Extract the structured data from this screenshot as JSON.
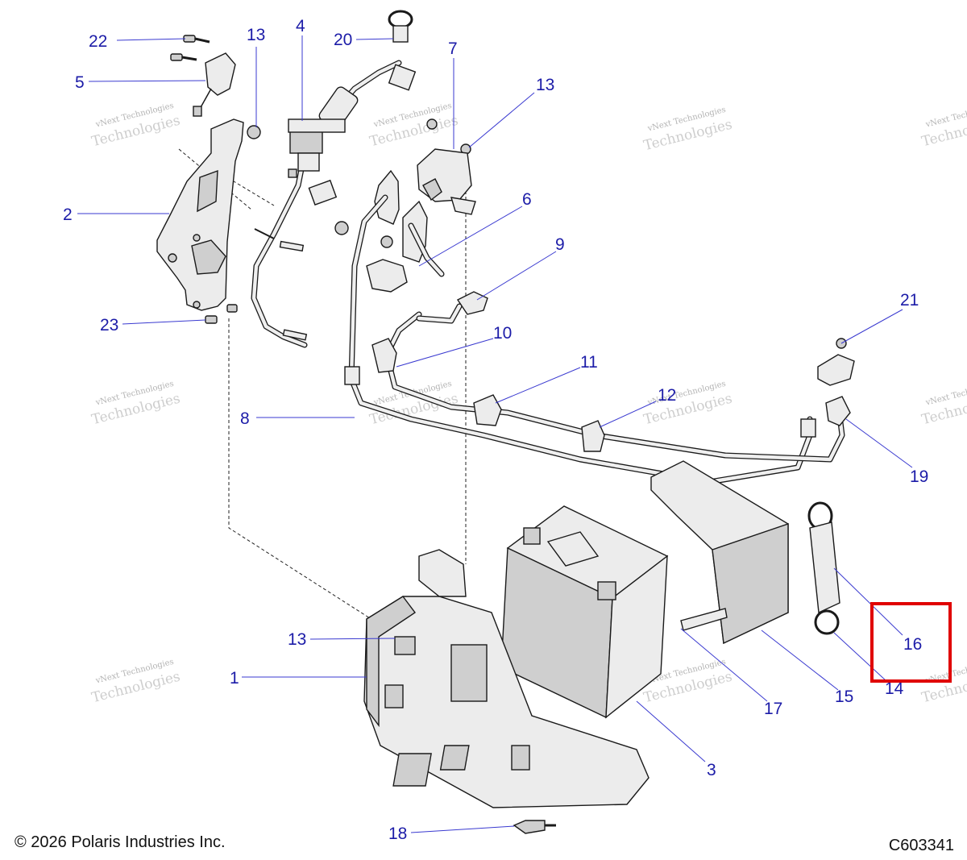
{
  "callouts": [
    {
      "id": "1",
      "label": "1"
    },
    {
      "id": "2",
      "label": "2"
    },
    {
      "id": "3",
      "label": "3"
    },
    {
      "id": "4",
      "label": "4"
    },
    {
      "id": "5",
      "label": "5"
    },
    {
      "id": "6",
      "label": "6"
    },
    {
      "id": "7",
      "label": "7"
    },
    {
      "id": "8",
      "label": "8"
    },
    {
      "id": "9",
      "label": "9"
    },
    {
      "id": "10",
      "label": "10"
    },
    {
      "id": "11",
      "label": "11"
    },
    {
      "id": "12",
      "label": "12"
    },
    {
      "id": "13a",
      "label": "13"
    },
    {
      "id": "13b",
      "label": "13"
    },
    {
      "id": "13c",
      "label": "13"
    },
    {
      "id": "14",
      "label": "14"
    },
    {
      "id": "15",
      "label": "15"
    },
    {
      "id": "16",
      "label": "16"
    },
    {
      "id": "17",
      "label": "17"
    },
    {
      "id": "18",
      "label": "18"
    },
    {
      "id": "19",
      "label": "19"
    },
    {
      "id": "20",
      "label": "20"
    },
    {
      "id": "21",
      "label": "21"
    },
    {
      "id": "22",
      "label": "22"
    },
    {
      "id": "23",
      "label": "23"
    }
  ],
  "highlight": {
    "callout": "16",
    "color": "#e00000"
  },
  "colors": {
    "callout_text": "#1c1ca8",
    "leader": "#3a3ad0"
  },
  "watermark": {
    "line1": "vNext Technologies",
    "line2": "vNext",
    "line3": "Technologies"
  },
  "footer": {
    "copyright": "© 2026 Polaris Industries Inc.",
    "figure_code": "C603341"
  }
}
